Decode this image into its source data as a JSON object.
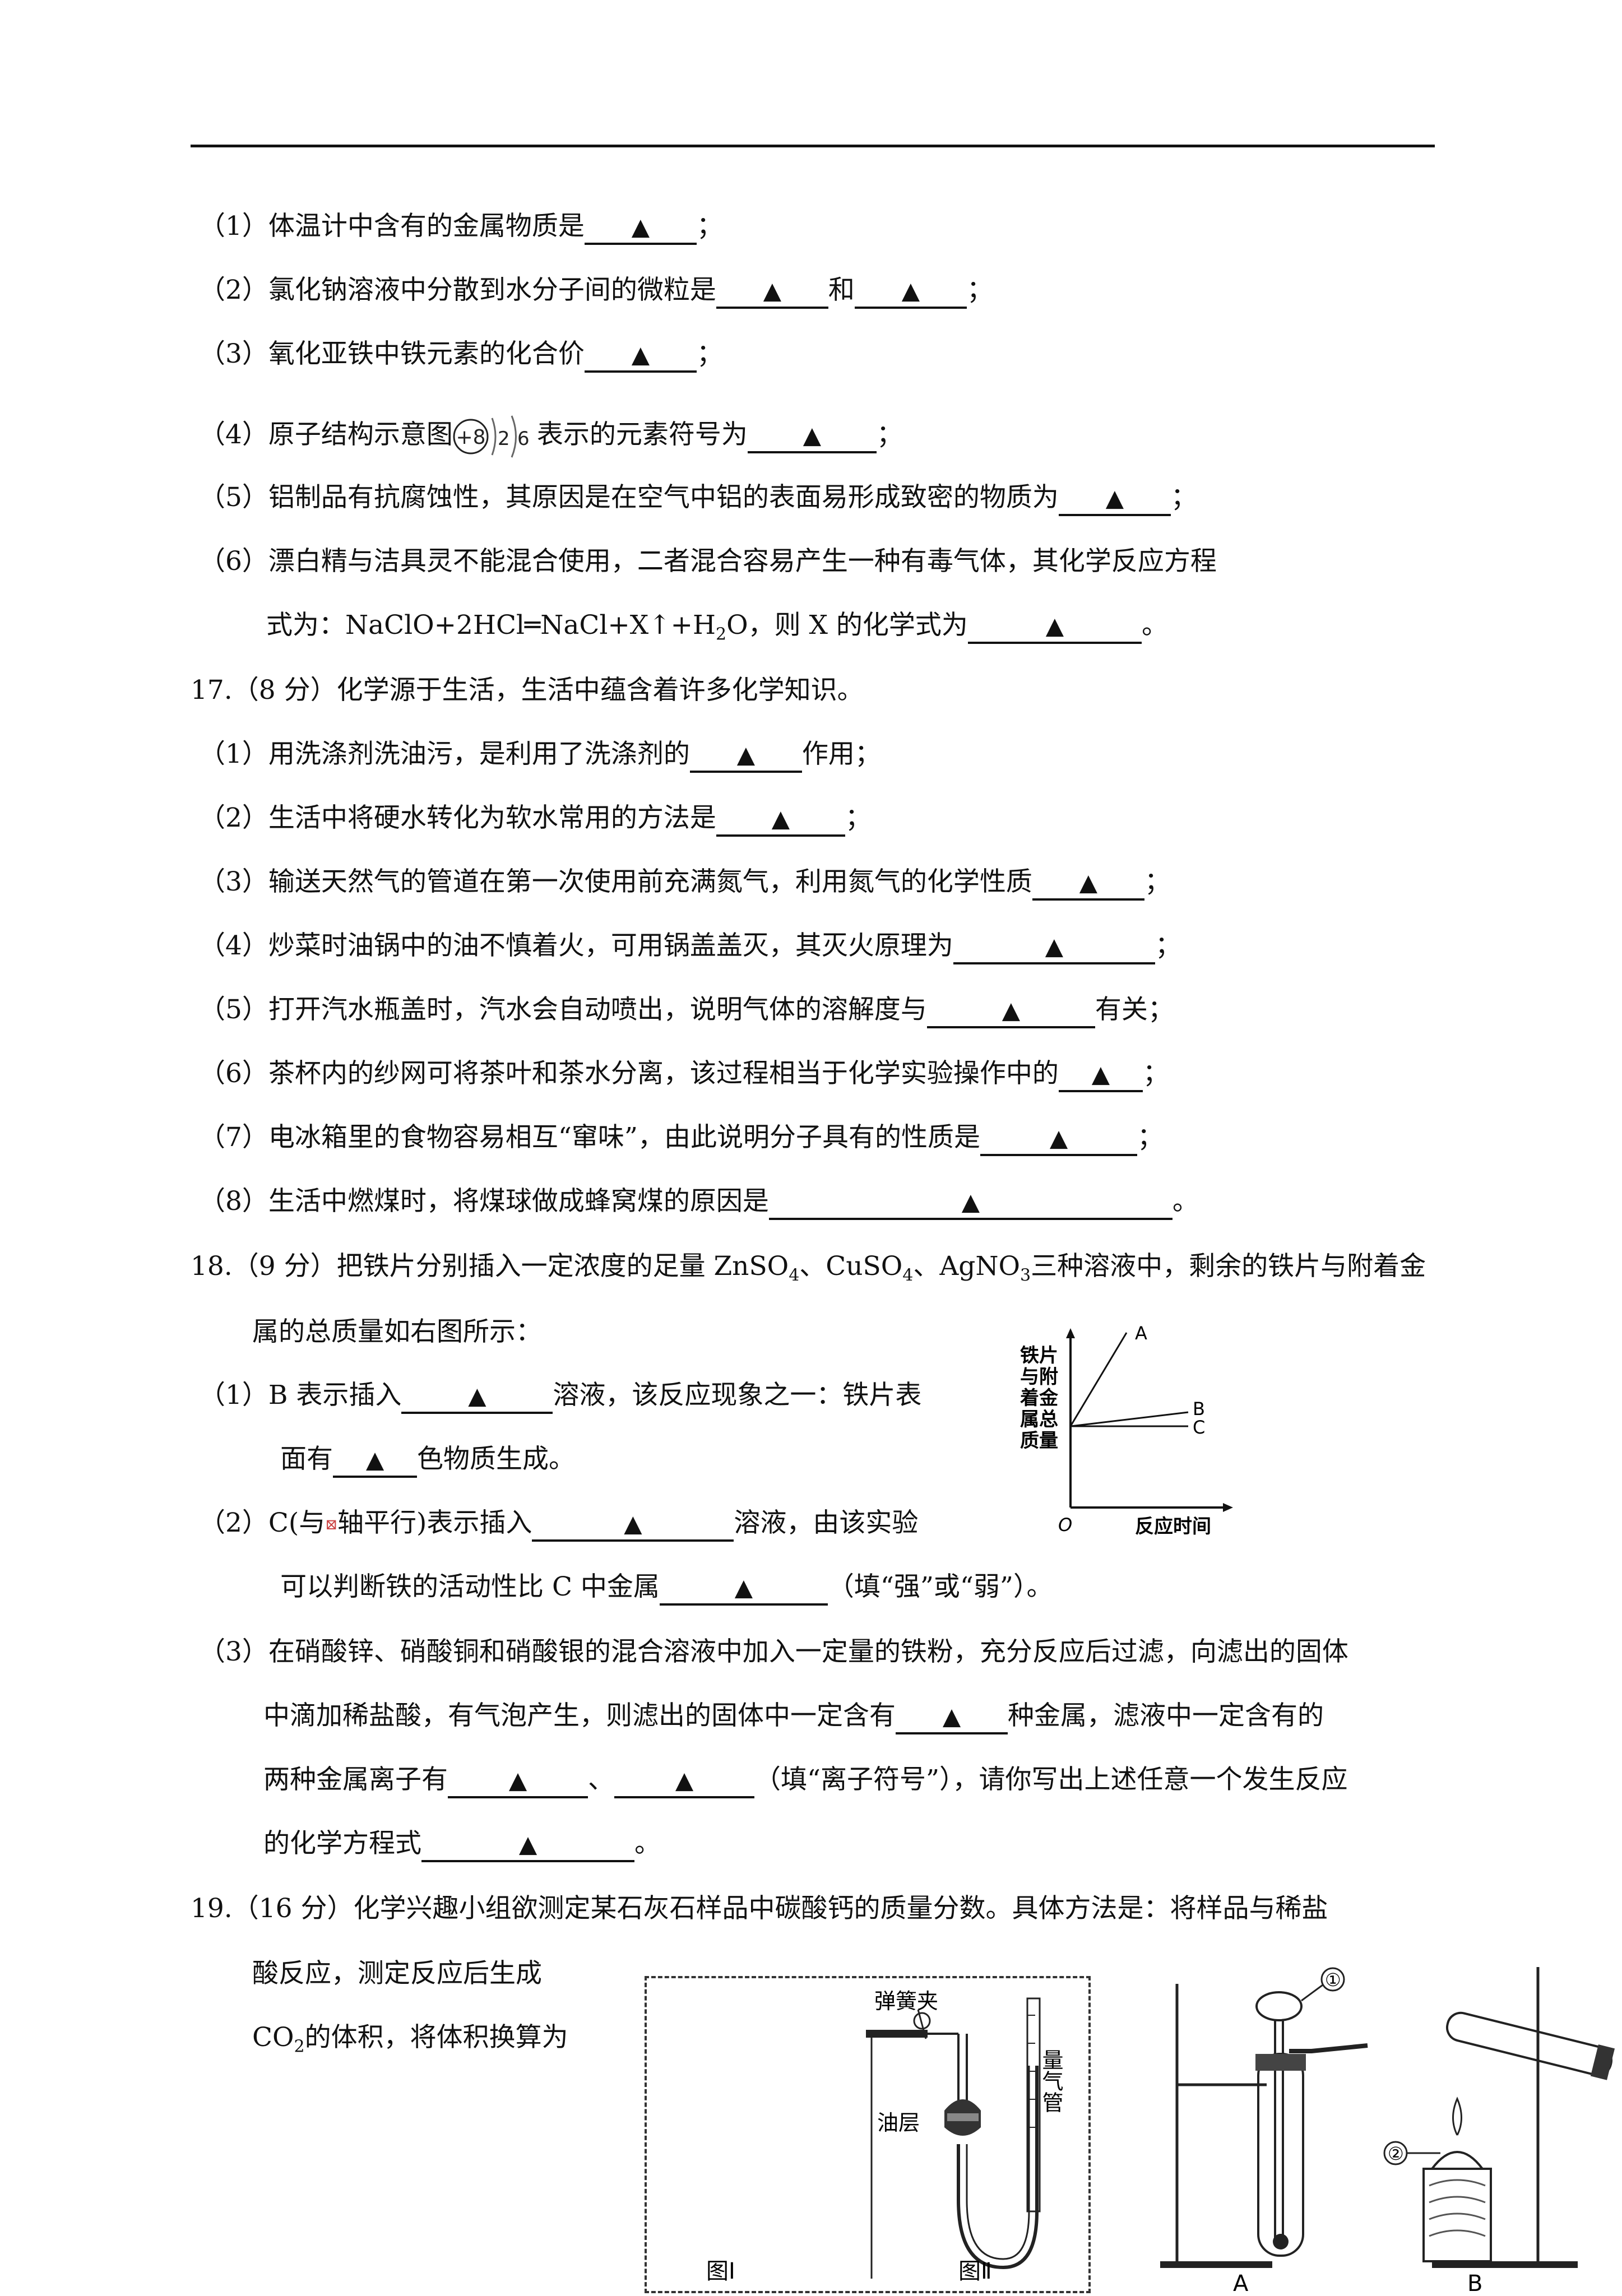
{
  "q16": {
    "p1": {
      "pre": "（1）体温计中含有的金属物质是",
      "mark": "▲",
      "post": "；"
    },
    "p2": {
      "pre": "（2）氯化钠溶液中分散到水分子间的微粒是",
      "mark1": "▲",
      "mid": "和",
      "mark2": "▲",
      "post": "；"
    },
    "p3": {
      "pre": "（3）氧化亚铁中铁元素的化合价",
      "mark": "▲",
      "post": "；"
    },
    "p4": {
      "pre": "（4）原子结构示意图",
      "nucleus": "+8",
      "shell1": "2",
      "shell2": "6",
      "mid": "表示的元素符号为",
      "mark": "▲",
      "post": "；"
    },
    "p5": {
      "pre": "（5）铝制品有抗腐蚀性，其原因是在空气中铝的表面易形成致密的物质为",
      "mark": "▲",
      "post": "；"
    },
    "p6": {
      "line1": "（6）漂白精与洁具灵不能混合使用，二者混合容易产生一种有毒气体，其化学反应方程",
      "line2_pre": "式为：NaClO+2HCl═NaCl+X↑+H",
      "sub": "2",
      "line2_mid": "O，则 X 的化学式为",
      "mark": "▲",
      "post": "。"
    }
  },
  "q17": {
    "head": "17.（8 分）化学源于生活，生活中蕴含着许多化学知识。",
    "items": [
      {
        "pre": "（1）用洗涤剂洗油污，是利用了洗涤剂的",
        "mark": "▲",
        "post": "作用；"
      },
      {
        "pre": "（2）生活中将硬水转化为软水常用的方法是",
        "mark": "▲",
        "post": "；"
      },
      {
        "pre": "（3）输送天然气的管道在第一次使用前充满氮气，利用氮气的化学性质",
        "mark": "▲",
        "post": "；"
      },
      {
        "pre": "（4）炒菜时油锅中的油不慎着火，可用锅盖盖灭，其灭火原理为",
        "mark": "▲",
        "post": "；"
      },
      {
        "pre": "（5）打开汽水瓶盖时，汽水会自动喷出，说明气体的溶解度与",
        "mark": "▲",
        "post": "有关；"
      },
      {
        "pre": "（6）茶杯内的纱网可将茶叶和茶水分离，该过程相当于化学实验操作中的",
        "mark": "▲",
        "post": "；"
      },
      {
        "pre": "（7）电冰箱里的食物容易相互“窜味”，由此说明分子具有的性质是",
        "mark": "▲",
        "post": "；"
      },
      {
        "pre": "（8）生活中燃煤时，将煤球做成蜂窝煤的原因是",
        "mark": "▲",
        "post": "。"
      }
    ]
  },
  "q18": {
    "head_pre": "18.（9 分）把铁片分别插入一定浓度的足量 ZnSO",
    "head_s1": "4",
    "head_m1": "、CuSO",
    "head_s2": "4",
    "head_m2": "、AgNO",
    "head_s3": "3",
    "head_post": "三种溶液中，剩余的铁片与附着金",
    "head2": "属的总质量如右图所示：",
    "p1_pre": "（1）B 表示插入",
    "p1_mark": "▲",
    "p1_post": "溶液，该反应现象之一：铁片表",
    "p1b_pre": "面有",
    "p1b_mark": "▲",
    "p1b_post": "色物质生成。",
    "p2_pre": "（2）C(与",
    "p2_box": "⊠",
    "p2_mid": "轴平行)表示插入",
    "p2_mark": "▲",
    "p2_post": "溶液，由该实验",
    "p2b_pre": "可以判断铁的活动性比 C 中金属",
    "p2b_mark": "▲",
    "p2b_post": "（填“强”或“弱”）。",
    "p3_l1": "（3）在硝酸锌、硝酸铜和硝酸银的混合溶液中加入一定量的铁粉，充分反应后过滤，向滤出的固体",
    "p3_l2_pre": "中滴加稀盐酸，有气泡产生，则滤出的固体中一定含有",
    "p3_l2_mark": "▲",
    "p3_l2_post": "种金属，滤液中一定含有的",
    "p3_l3_pre": "两种金属离子有",
    "p3_l3_mark1": "▲",
    "p3_l3_mid": "、",
    "p3_l3_mark2": "▲",
    "p3_l3_post": "（填“离子符号”），请你写出上述任意一个发生反应",
    "p3_l4_pre": "的化学方程式",
    "p3_l4_mark": "▲",
    "p3_l4_post": "。",
    "graph": {
      "ylabel": [
        "铁片",
        "与附",
        "着金",
        "属总",
        "质量"
      ],
      "xlabel": "反应时间",
      "origin": "O",
      "A": "A",
      "B": "B",
      "C": "C"
    }
  },
  "q19": {
    "l1": "19.（16 分）化学兴趣小组欲测定某石灰石样品中碳酸钙的质量分数。具体方法是：将样品与稀盐",
    "l2": "酸反应，测定反应后生成",
    "l3_pre": "CO",
    "l3_sub": "2",
    "l3_post": "的体积，将体积换算为",
    "fig": {
      "spring_clip": "弹簧夹",
      "gas_tube": "量气管",
      "oil": "油层",
      "fig1": "图Ⅰ",
      "fig2": "图Ⅱ",
      "A": "A",
      "B": "B",
      "c1": "①",
      "c2": "②"
    }
  }
}
